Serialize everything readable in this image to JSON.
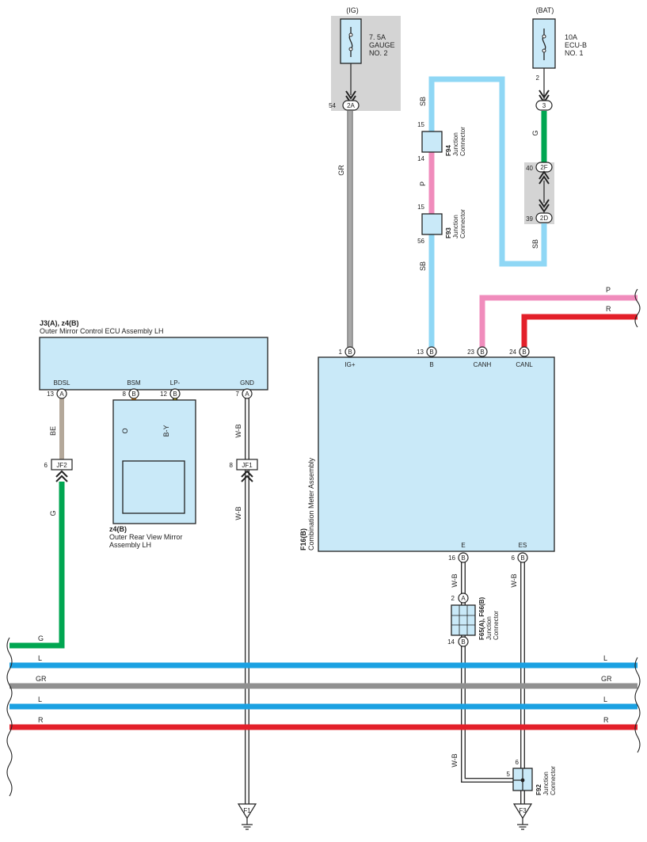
{
  "fuses": {
    "ig": {
      "header": "(IG)",
      "rating": "7. 5A",
      "name1": "GAUGE",
      "name2": "NO. 2",
      "pin_out": "54",
      "conn": "2A"
    },
    "bat": {
      "header": "(BAT)",
      "rating": "10A",
      "name1": "ECU-B",
      "name2": "NO. 1",
      "pin_out": "2",
      "conn": "3"
    }
  },
  "jb_bat": {
    "upper_pin": "40",
    "upper_conn": "2F",
    "lower_pin": "39",
    "lower_conn": "2D"
  },
  "wires": {
    "gr": "GR",
    "sb": "SB",
    "p": "P",
    "g": "G",
    "r": "R",
    "l": "L",
    "be": "BE",
    "o": "O",
    "by": "B-Y",
    "wb": "W-B"
  },
  "junctions": {
    "f94": {
      "code": "F94",
      "l1": "Junction",
      "l2": "Connector",
      "pin_top": "15",
      "pin_bot": "14"
    },
    "f93": {
      "code": "F93",
      "l1": "Junction",
      "l2": "Connector",
      "pin_top": "15",
      "pin_bot": "56"
    },
    "f65": {
      "code": "F65(A), F66(B)",
      "l1": "Junction",
      "l2": "Connector",
      "pin_top": "2",
      "conn_top": "A",
      "pin_bot": "14",
      "conn_bot": "B"
    },
    "f92": {
      "code": "F92",
      "l1": "Junction",
      "l2": "Connector",
      "pin_top": "6",
      "pin_left": "5"
    }
  },
  "mirror_ecu": {
    "code": "J3(A), z4(B)",
    "title": "Outer Mirror Control ECU Assembly LH",
    "terminals": [
      {
        "pin": "13",
        "conn": "A",
        "name": "BDSL"
      },
      {
        "pin": "8",
        "conn": "B",
        "name": "BSM"
      },
      {
        "pin": "12",
        "conn": "B",
        "name": "LP-"
      },
      {
        "pin": "7",
        "conn": "A",
        "name": "GND"
      }
    ]
  },
  "mirror_assy": {
    "code": "z4(B)",
    "title1": "Outer Rear View Mirror",
    "title2": "Assembly LH"
  },
  "meter": {
    "code": "F16(B)",
    "title": "Combination Meter Assembly",
    "top_terminals": [
      {
        "pin": "1",
        "conn": "B",
        "name": "IG+"
      },
      {
        "pin": "13",
        "conn": "B",
        "name": "B"
      },
      {
        "pin": "23",
        "conn": "B",
        "name": "CANH"
      },
      {
        "pin": "24",
        "conn": "B",
        "name": "CANL"
      }
    ],
    "bottom_terminals": [
      {
        "pin": "16",
        "conn": "B",
        "name": "E"
      },
      {
        "pin": "6",
        "conn": "B",
        "name": "ES"
      }
    ]
  },
  "jf2": {
    "pin": "6",
    "name": "JF2"
  },
  "jf1": {
    "pin": "8",
    "name": "JF1"
  },
  "grounds": {
    "f1": "F1",
    "f3": "F3"
  },
  "bus": {
    "g_left": "G",
    "rows": [
      {
        "left": "L",
        "right": "L"
      },
      {
        "left": "GR",
        "right": "GR"
      },
      {
        "left": "L",
        "right": "L"
      },
      {
        "left": "R",
        "right": "R"
      }
    ],
    "p_right": "P",
    "r_right": "R"
  },
  "colors": {
    "gray_wire": "#909090",
    "sb_wire": "#8fd7f5",
    "pink_wire": "#f08cbc",
    "green_wire": "#00a651",
    "red_wire": "#e3202a",
    "blue_wire": "#1ba1e2",
    "beige_wire": "#b4a89a",
    "orange_wire": "#f7941d",
    "yellow_wire": "#ffe800",
    "box_fill": "#c9e9f8",
    "shade": "#d4d4d4"
  }
}
